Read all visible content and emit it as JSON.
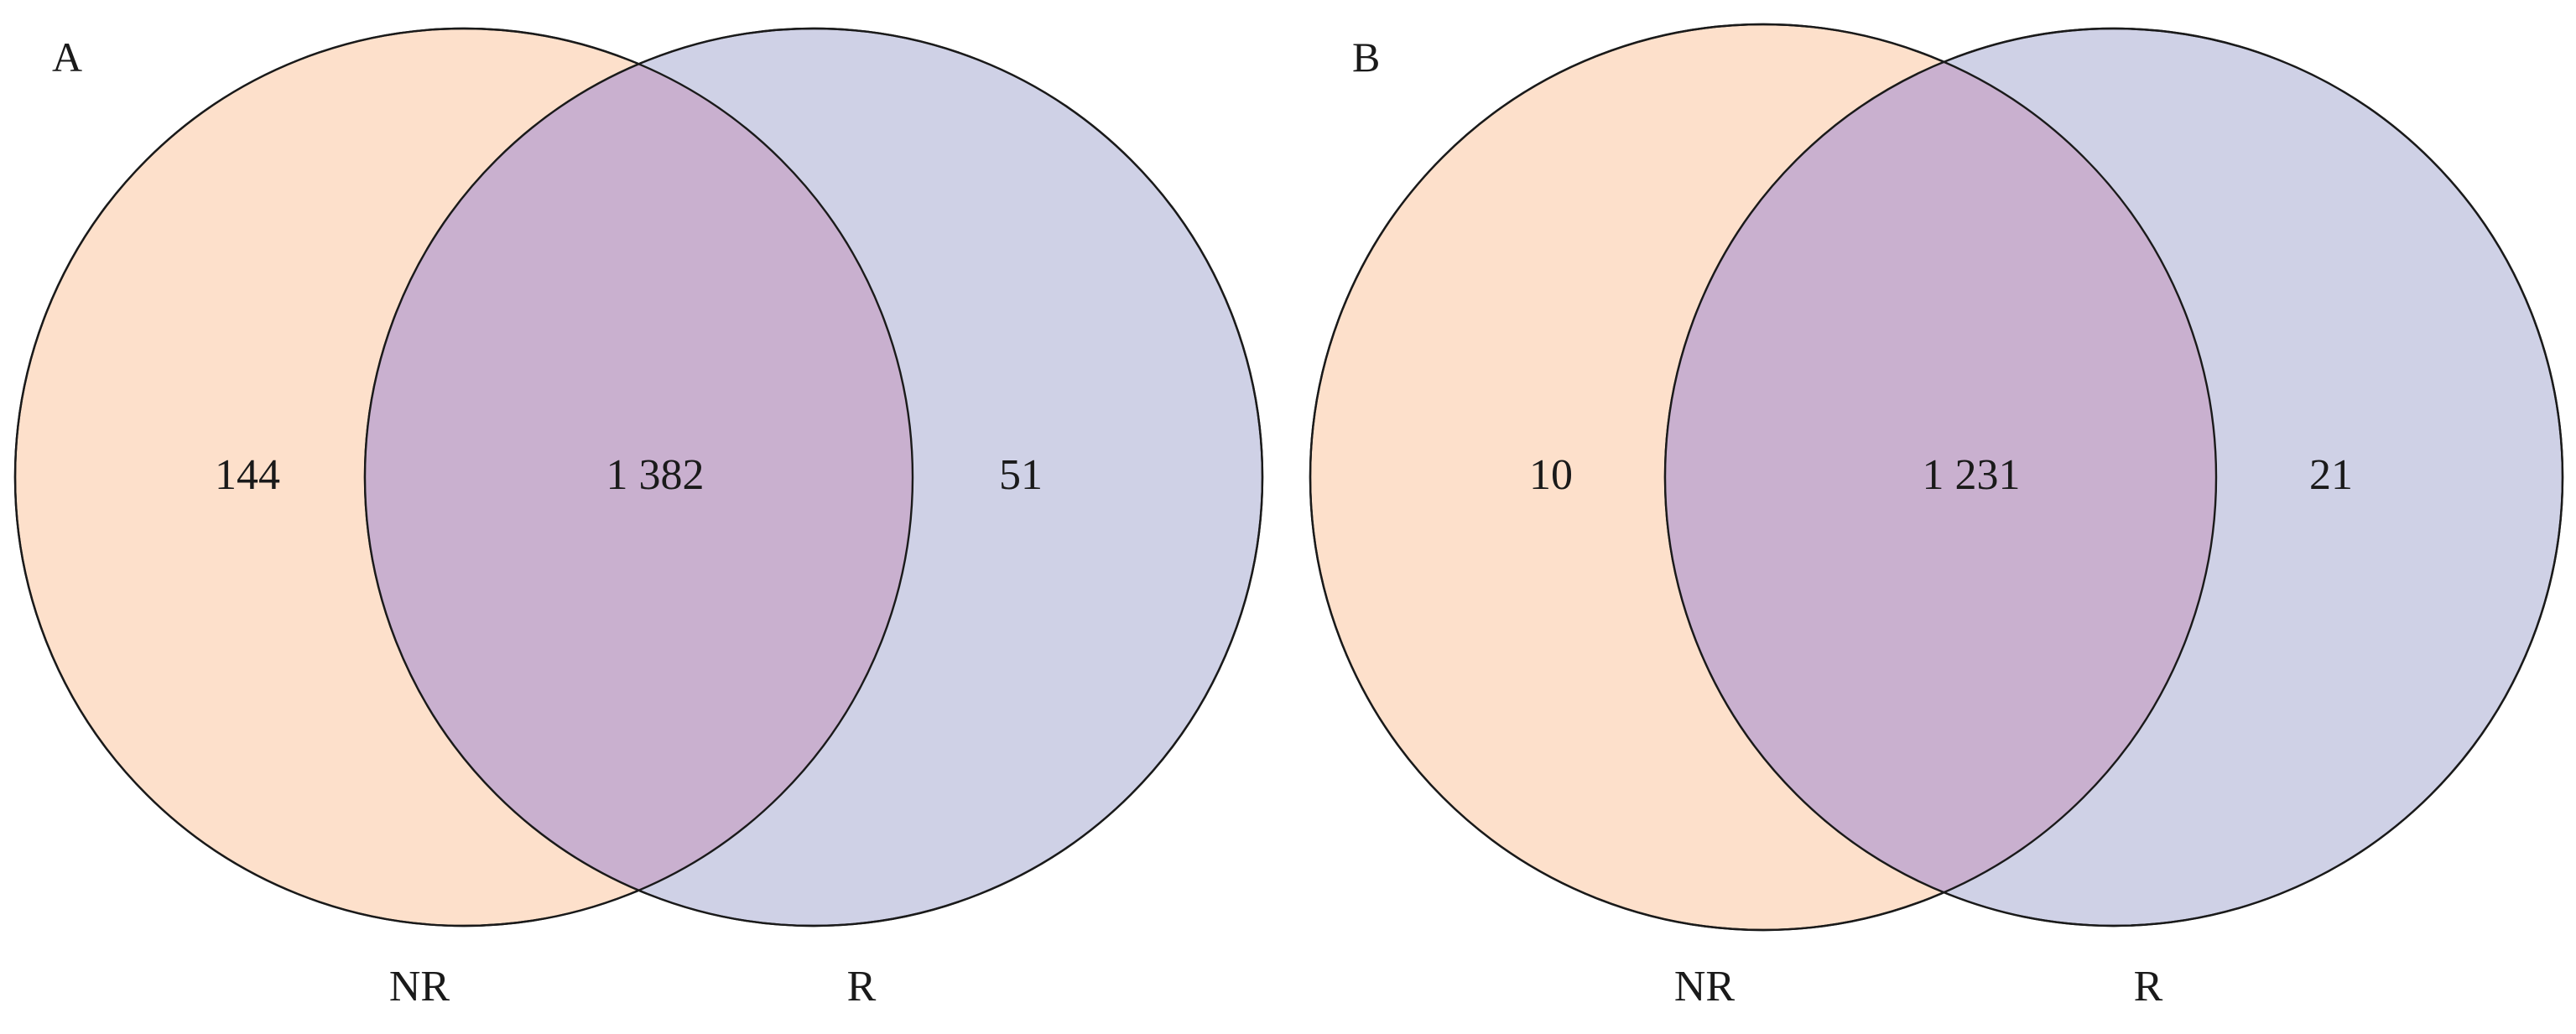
{
  "panels": [
    {
      "letter": "A",
      "sets": [
        {
          "name": "NR",
          "color": "#FDE0CB"
        },
        {
          "name": "R",
          "color": "#CFD1E6"
        }
      ],
      "overlap_color": "#C9B0CF",
      "counts": {
        "only_left": "144",
        "both": "1 382",
        "only_right": "51"
      }
    },
    {
      "letter": "B",
      "sets": [
        {
          "name": "NR",
          "color": "#FDE0CB"
        },
        {
          "name": "R",
          "color": "#CFD1E6"
        }
      ],
      "overlap_color": "#C9B0CF",
      "counts": {
        "only_left": "10",
        "both": "1 231",
        "only_right": "21"
      }
    }
  ]
}
